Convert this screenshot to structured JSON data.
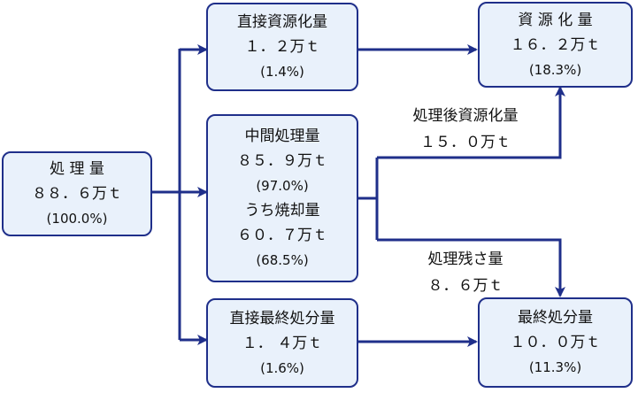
{
  "nodes": {
    "shori": {
      "name": "処 理 量",
      "amount": "８８．６万ｔ",
      "pct": "(100.0%)"
    },
    "chokusetsu_shigen": {
      "name": "直接資源化量",
      "amount": "１．２万ｔ",
      "pct": "(1.4%)"
    },
    "chukan": {
      "name": "中間処理量",
      "amount": "８５．９万ｔ",
      "pct": "(97.0%)",
      "sub_name": "うち焼却量",
      "sub_amount": "６０．７万ｔ",
      "sub_pct": "(68.5%)"
    },
    "chokusetsu_saishu": {
      "name": "直接最終処分量",
      "amount": "１． ４万ｔ",
      "pct": "(1.6%)"
    },
    "shigenka": {
      "name": "資 源 化 量",
      "amount": "１６．２万ｔ",
      "pct": "(18.3%)"
    },
    "saishu": {
      "name": "最終処分量",
      "amount": "１０．０万ｔ",
      "pct": "(11.3%)"
    }
  },
  "labels": {
    "shorigo": {
      "name": "処理後資源化量",
      "amount": "１５．０万ｔ"
    },
    "zanshi": {
      "name": "処理残さ量",
      "amount": "８．６万ｔ"
    }
  },
  "colors": {
    "box_fill": "#e9f1fb",
    "border": "#1f2f8a",
    "arrow": "#1f2f8a"
  }
}
